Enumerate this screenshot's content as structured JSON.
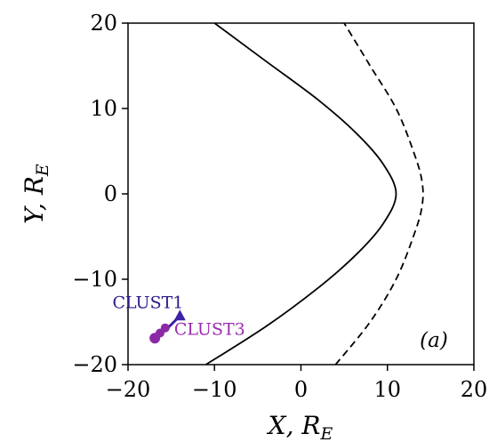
{
  "chart_data": {
    "type": "line",
    "panel_label": "(a)",
    "xlabel": "X, R",
    "xlabel_sub": "E",
    "ylabel": "Y, R",
    "ylabel_sub": "E",
    "xlim": [
      -20,
      20
    ],
    "ylim": [
      -20,
      20
    ],
    "xticks": [
      -20,
      -10,
      0,
      10,
      20
    ],
    "yticks": [
      -20,
      -10,
      0,
      10,
      20
    ],
    "xtick_labels": [
      "−20",
      "−10",
      "0",
      "10",
      "20"
    ],
    "ytick_labels": [
      "−20",
      "−10",
      "0",
      "10",
      "20"
    ],
    "grid": false,
    "series": [
      {
        "style": "solid",
        "color": "#000000",
        "x": [
          -11.0,
          -4.0,
          2.0,
          6.5,
          9.5,
          11.0,
          9.5,
          6.5,
          2.0,
          -4.0,
          -10.0
        ],
        "y": [
          -20.0,
          -15.5,
          -11.0,
          -7.0,
          -3.5,
          0.0,
          3.5,
          7.0,
          11.0,
          15.5,
          20.0
        ]
      },
      {
        "style": "dashed",
        "color": "#000000",
        "x": [
          4.0,
          8.0,
          11.0,
          13.0,
          14.0,
          14.0,
          13.0,
          11.0,
          8.0,
          5.0
        ],
        "y": [
          -20.0,
          -15.0,
          -10.0,
          -5.0,
          -1.5,
          1.5,
          5.0,
          10.0,
          15.0,
          20.0
        ]
      }
    ],
    "spacecraft": [
      {
        "label": "CLUST1",
        "color": "#3b22a6",
        "label_color": "#2a1b8a",
        "marker": "triangle",
        "x": [
          -16.8,
          -16.1,
          -15.5,
          -15.0,
          -14.5,
          -14.0
        ],
        "y": [
          -16.8,
          -16.3,
          -15.8,
          -15.3,
          -14.8,
          -14.3
        ]
      },
      {
        "label": "CLUST3",
        "color": "#8a2aa6",
        "label_color": "#9a2ab0",
        "marker": "circle",
        "x": [
          -16.9,
          -16.3,
          -15.7
        ],
        "y": [
          -16.9,
          -16.3,
          -15.7
        ]
      }
    ]
  }
}
